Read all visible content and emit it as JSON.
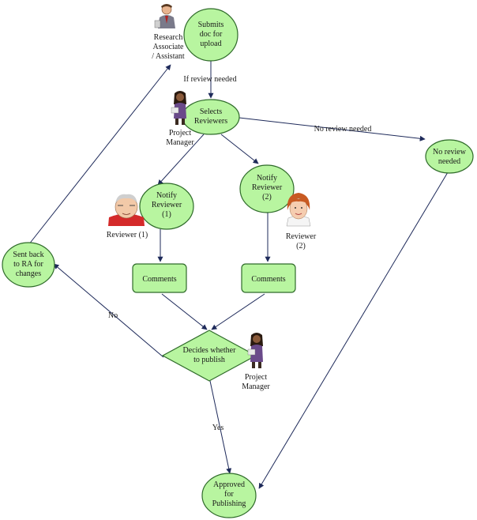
{
  "nodes": {
    "submits": {
      "lines": [
        "Submits",
        "doc for",
        "upload"
      ]
    },
    "selects": {
      "lines": [
        "Selects",
        "Reviewers"
      ]
    },
    "no_review": {
      "lines": [
        "No review",
        "needed"
      ]
    },
    "notify1": {
      "lines": [
        "Notify",
        "Reviewer",
        "(1)"
      ]
    },
    "notify2": {
      "lines": [
        "Notify",
        "Reviewer",
        "(2)"
      ]
    },
    "comments1": {
      "lines": [
        "Comments"
      ]
    },
    "comments2": {
      "lines": [
        "Comments"
      ]
    },
    "decides": {
      "lines": [
        "Decides whether",
        "to publish"
      ]
    },
    "sent_back": {
      "lines": [
        "Sent back",
        "to RA for",
        "changes"
      ]
    },
    "approved": {
      "lines": [
        "Approved",
        "for",
        "Publishing"
      ]
    }
  },
  "actors": {
    "research_associate": {
      "lines": [
        "Research",
        "Associate",
        "/ Assistant"
      ]
    },
    "project_manager_top": {
      "lines": [
        "Project",
        "Manager"
      ]
    },
    "reviewer1": {
      "lines": [
        "Reviewer (1)"
      ]
    },
    "reviewer2": {
      "lines": [
        "Reviewer",
        "(2)"
      ]
    },
    "project_manager_bottom": {
      "lines": [
        "Project",
        "Manager"
      ]
    }
  },
  "edge_labels": {
    "if_review_needed": "If review needed",
    "no_review_needed": "No review needed",
    "no": "No",
    "yes": "Yes"
  },
  "colors": {
    "node_fill": "#b8f5a0",
    "node_stroke": "#2f6b2a",
    "edge": "#1e2a5a"
  }
}
